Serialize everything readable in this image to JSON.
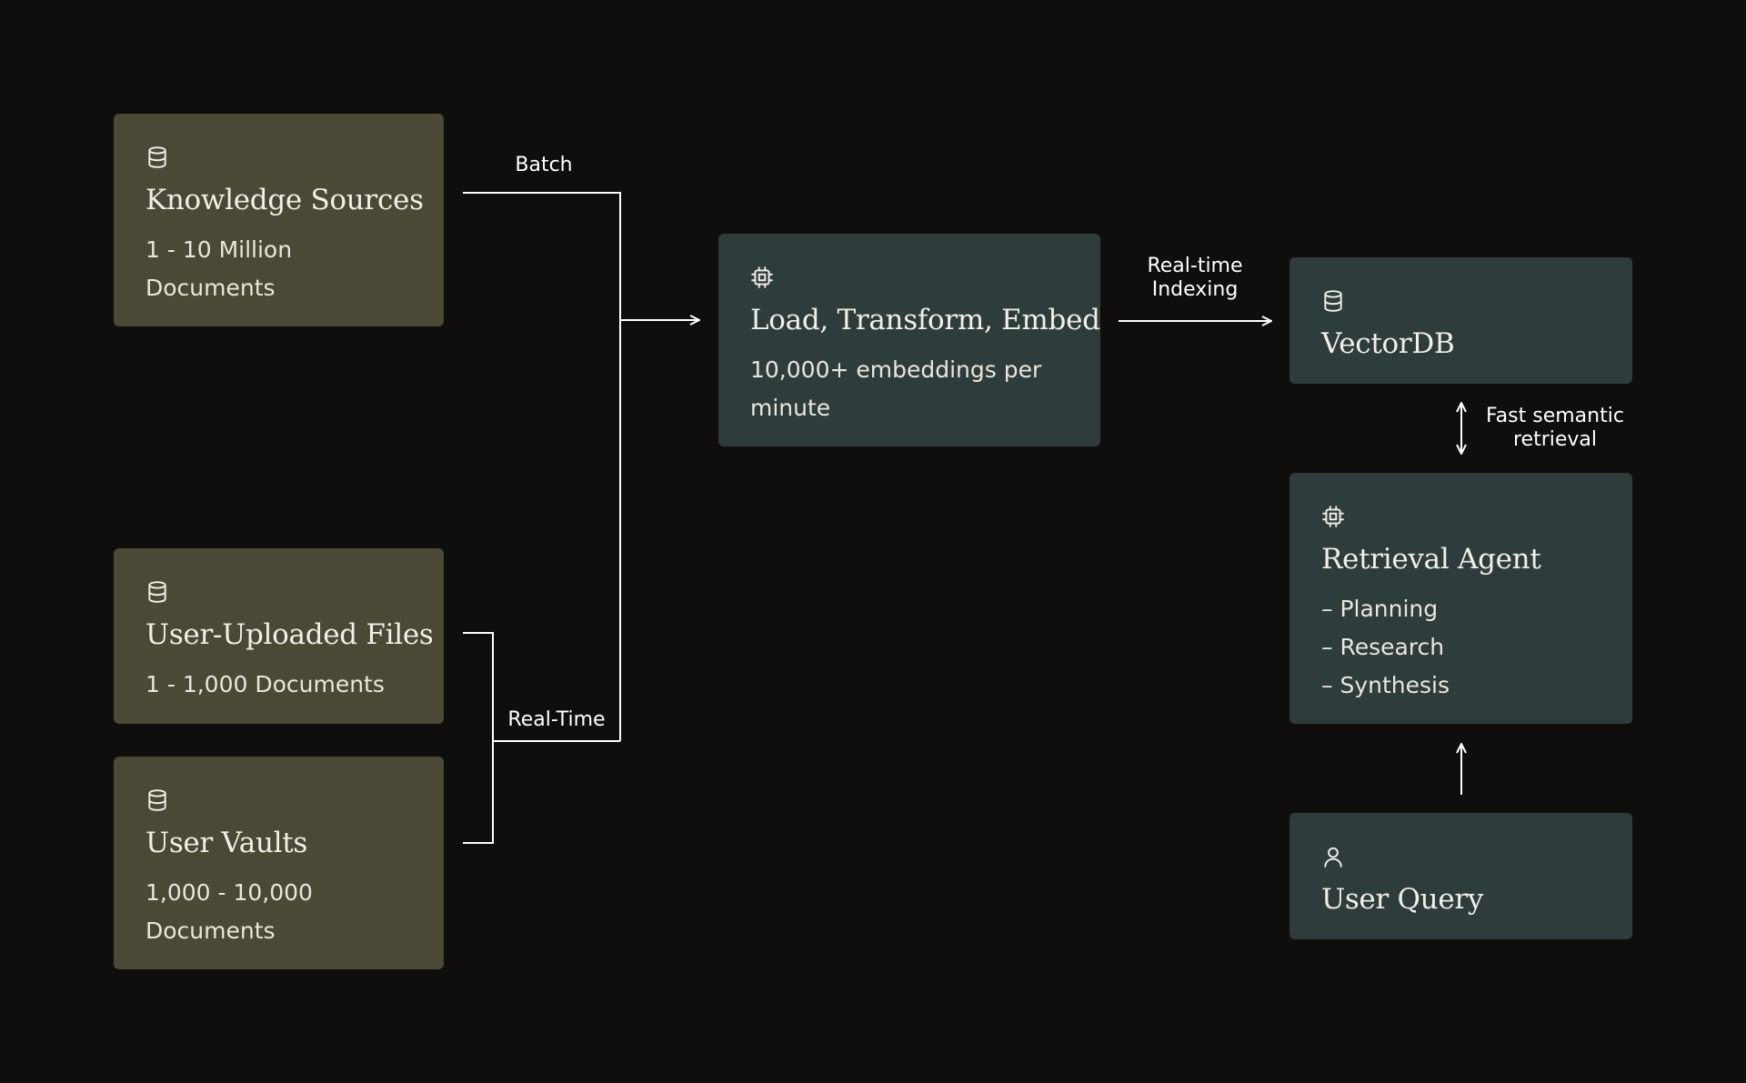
{
  "nodes": {
    "knowledge_sources": {
      "title": "Knowledge Sources",
      "lines": [
        "1 - 10 Million",
        "Documents"
      ],
      "icon": "database-icon"
    },
    "user_uploaded_files": {
      "title": "User-Uploaded Files",
      "lines": [
        "1 - 1,000 Documents"
      ],
      "icon": "database-icon"
    },
    "user_vaults": {
      "title": "User Vaults",
      "lines": [
        "1,000 - 10,000",
        "Documents"
      ],
      "icon": "database-icon"
    },
    "load_transform_embed": {
      "title": "Load, Transform, Embed",
      "lines": [
        "10,000+ embeddings per",
        "minute"
      ],
      "icon": "chip-icon"
    },
    "vectordb": {
      "title": "VectorDB",
      "icon": "database-icon"
    },
    "retrieval_agent": {
      "title": "Retrieval Agent",
      "lines": [
        "– Planning",
        "– Research",
        "– Synthesis"
      ],
      "icon": "chip-icon"
    },
    "user_query": {
      "title": "User Query",
      "icon": "user-icon"
    }
  },
  "edge_labels": {
    "batch": "Batch",
    "real_time": "Real-Time",
    "real_time_indexing": [
      "Real-time",
      "Indexing"
    ],
    "fast_semantic_retrieval": [
      "Fast semantic",
      "retrieval"
    ]
  },
  "colors": {
    "background": "#0f0e0c",
    "source_box": "#4c4836",
    "process_box": "#2f3c3c",
    "text": "#f1efe9",
    "connector": "#ffffff"
  }
}
